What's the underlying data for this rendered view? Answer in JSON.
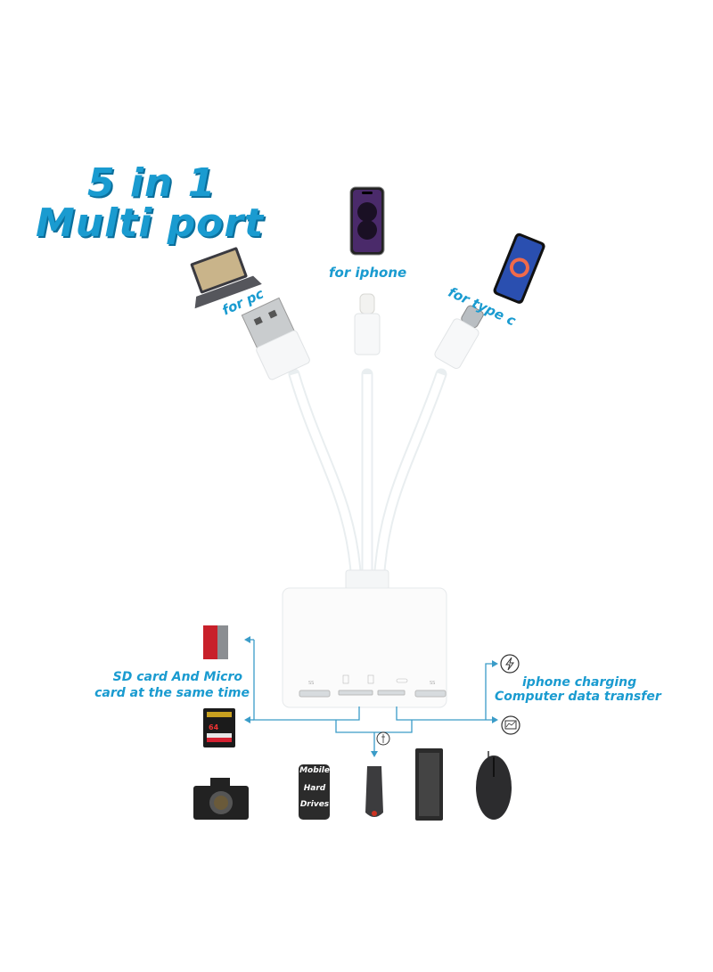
{
  "title": {
    "line1": "5 in 1",
    "line2": "Multi port"
  },
  "labels": {
    "pc": "for pc",
    "iphone": "for iphone",
    "type_c": "for type c"
  },
  "left_caption": {
    "line1": "SD card And Micro",
    "line2": "card at the same time"
  },
  "right_caption": {
    "line1": "iphone charging",
    "line2": "Computer data transfer"
  },
  "hard_drive": {
    "line1": "Mobile",
    "line2": "Hard",
    "line3": "Drives"
  },
  "sd_card": {
    "capacity": "64"
  },
  "accent_color": "#1a9bd0",
  "icons": [
    "laptop-icon",
    "iphone-icon",
    "android-phone-icon",
    "lightning-bolt-icon",
    "monitor-icon",
    "usb-icon",
    "camera-icon",
    "hard-drive-icon",
    "flash-drive-icon",
    "keyboard-icon",
    "mouse-icon"
  ]
}
